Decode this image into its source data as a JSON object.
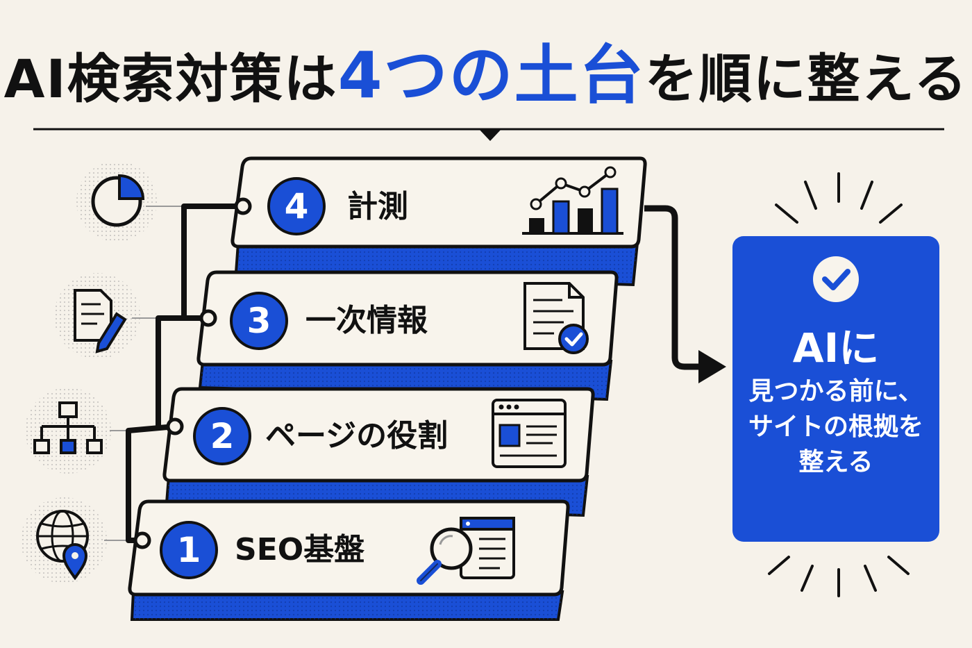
{
  "title": {
    "prefix": "AI検索対策は",
    "highlight": "4つの土台",
    "suffix": "を順に整える"
  },
  "steps": [
    {
      "number": "1",
      "label": "SEO基盤"
    },
    {
      "number": "2",
      "label": "ページの役割"
    },
    {
      "number": "3",
      "label": "一次情報"
    },
    {
      "number": "4",
      "label": "計測"
    }
  ],
  "result": {
    "line1": "AIに",
    "line2": "見つかる前に、",
    "line3": "サイトの根拠を",
    "line4": "整える"
  },
  "icons": {
    "step1_side": "globe-location-icon",
    "step2_side": "sitemap-icon",
    "step3_side": "document-pen-icon",
    "step4_side": "pie-chart-icon",
    "step1": "search-document-icon",
    "step2": "webpage-layout-icon",
    "step3": "document-check-icon",
    "step4": "bar-line-chart-icon",
    "result": "check-circle-icon"
  },
  "colors": {
    "accent": "#1a4fd6",
    "ink": "#111111",
    "background": "#f6f2ea",
    "card": "#f8f4ec"
  }
}
